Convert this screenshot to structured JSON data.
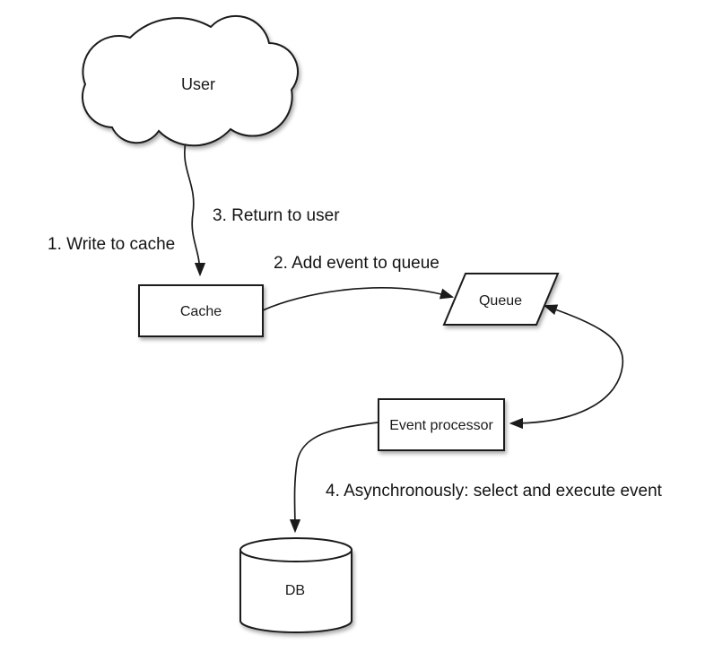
{
  "background": "#ffffff",
  "stroke_color": "#1b1b1b",
  "text_color": "#1a1a1a",
  "nodes": {
    "user": {
      "label": "User",
      "shape": "cloud"
    },
    "cache": {
      "label": "Cache",
      "shape": "rectangle"
    },
    "queue": {
      "label": "Queue",
      "shape": "parallelogram"
    },
    "event_processor": {
      "label": "Event processor",
      "shape": "rectangle"
    },
    "db": {
      "label": "DB",
      "shape": "cylinder"
    }
  },
  "steps": {
    "step1": "1. Write to cache",
    "step2": "2. Add event to queue",
    "step3": "3. Return to user",
    "step4": "4. Asynchronously: select and execute event"
  },
  "edges": [
    {
      "from": "user",
      "to": "cache",
      "direction": "one-way",
      "labels": [
        "1. Write to cache",
        "3. Return to user"
      ]
    },
    {
      "from": "cache",
      "to": "queue",
      "direction": "one-way",
      "labels": [
        "2. Add event to queue"
      ]
    },
    {
      "from": "queue",
      "to": "event_processor",
      "direction": "two-way",
      "labels": []
    },
    {
      "from": "event_processor",
      "to": "db",
      "direction": "one-way",
      "labels": [
        "4. Asynchronously: select and execute event"
      ]
    }
  ]
}
